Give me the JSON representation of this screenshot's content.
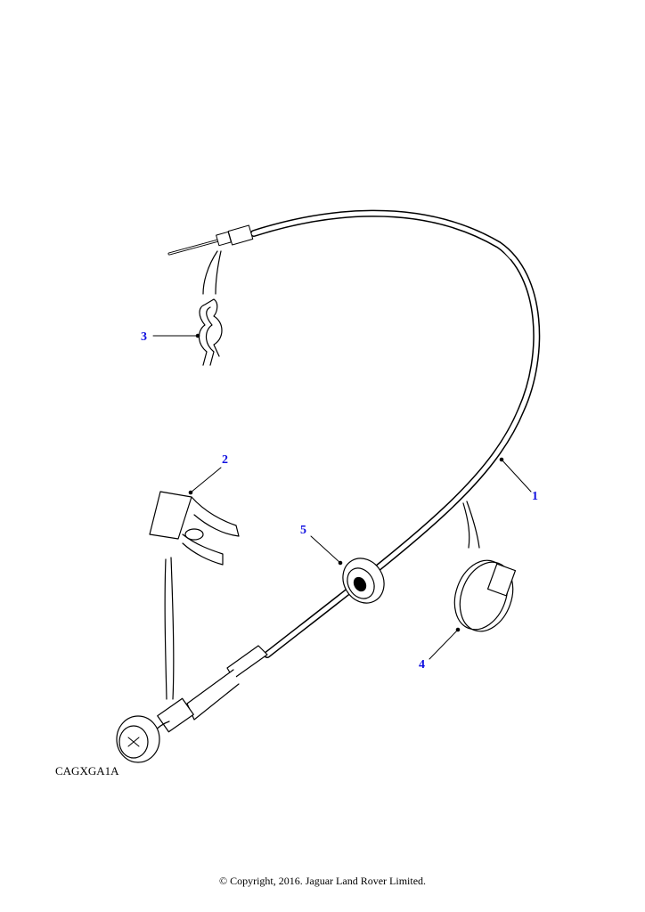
{
  "diagram": {
    "illustration_code": "CAGXGA1A",
    "copyright": "© Copyright, 2016. Jaguar Land Rover Limited.",
    "callouts": [
      {
        "label": "1",
        "part": "cable"
      },
      {
        "label": "2",
        "part": "clip"
      },
      {
        "label": "3",
        "part": "spring-clip"
      },
      {
        "label": "4",
        "part": "hose-clamp"
      },
      {
        "label": "5",
        "part": "grommet"
      }
    ]
  }
}
